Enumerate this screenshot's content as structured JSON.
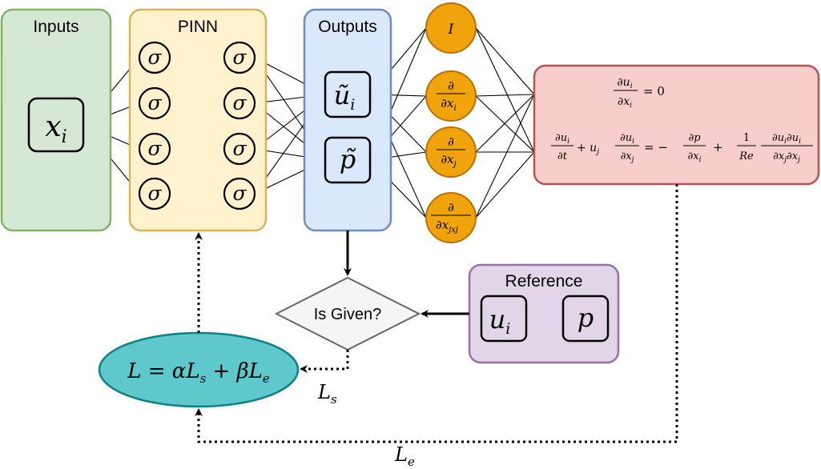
{
  "panels": {
    "inputs": {
      "title": "Inputs",
      "node": "x",
      "node_sub": "i"
    },
    "pinn": {
      "title": "PINN",
      "activation": "σ"
    },
    "outputs": {
      "title": "Outputs",
      "u": "ũ",
      "u_sub": "i",
      "p": "p̃"
    },
    "reference": {
      "title": "Reference",
      "u": "u",
      "u_sub": "i",
      "p": "p"
    }
  },
  "operators": {
    "identity": "I",
    "d1_num": "∂",
    "d1_den": "∂x",
    "d1_sub": "i",
    "d2_num": "∂",
    "d2_den": "∂x",
    "d2_sub": "j",
    "d3_num": "∂",
    "d3_den": "∂x",
    "d3_sub": "jxj"
  },
  "equations": {
    "continuity": {
      "num": "∂u",
      "num_sub": "i",
      "den": "∂x",
      "den_sub": "i",
      "rhs": "= 0"
    },
    "momentum": {
      "t1_num": "∂u",
      "t1_num_sub": "i",
      "t1_den": "∂t",
      "plus1": "+ u",
      "plus1_sub": "j",
      "t2_num": "∂u",
      "t2_num_sub": "i",
      "t2_den": "∂x",
      "t2_den_sub": "j",
      "eq": "= −",
      "t3_num": "∂p",
      "t3_den": "∂x",
      "t3_den_sub": "i",
      "plus2": "+",
      "t4_num": "1",
      "t4_den": "Re",
      "t5_num": "∂u",
      "t5_num_sub1": "i",
      "t5_num_mid": "∂u",
      "t5_num_sub2": "i",
      "t5_den": "∂x",
      "t5_den_sub1": "j",
      "t5_den_mid": "∂x",
      "t5_den_sub2": "j"
    }
  },
  "decision": {
    "label": "Is Given?"
  },
  "loss": {
    "formula": "L = αL",
    "formula_sub1": "s",
    "formula_mid": " + βL",
    "formula_sub2": "e",
    "ls": "L",
    "ls_sub": "s",
    "le": "L",
    "le_sub": "e"
  },
  "colors": {
    "inputs_fill": "#d5e8d4",
    "inputs_stroke": "#82b366",
    "pinn_fill": "#fff2cc",
    "pinn_stroke": "#d6b656",
    "outputs_fill": "#dae8fc",
    "outputs_stroke": "#6c8ebf",
    "operator_fill": "#f0a30a",
    "operator_stroke": "#bd7000",
    "equation_fill": "#f8cecc",
    "equation_stroke": "#b85450",
    "reference_fill": "#e1d5e7",
    "reference_stroke": "#9673a6",
    "loss_fill": "#5ec8cc",
    "loss_stroke": "#0e8088",
    "decision_fill": "#f5f5f5",
    "decision_stroke": "#666666"
  }
}
